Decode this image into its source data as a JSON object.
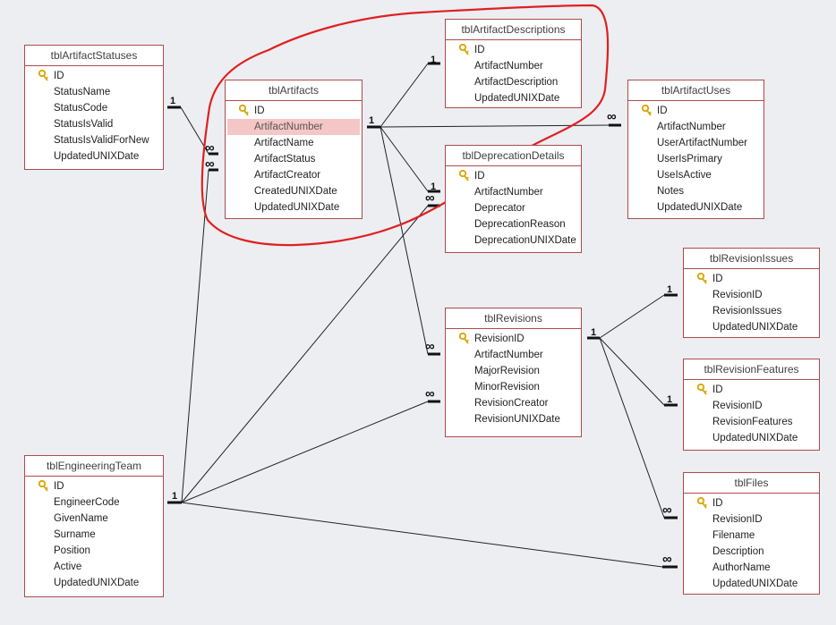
{
  "tables": {
    "artifact_statuses": {
      "title": "tblArtifactStatuses",
      "fields": [
        "ID",
        "StatusName",
        "StatusCode",
        "StatusIsValid",
        "StatusIsValidForNew",
        "UpdatedUNIXDate"
      ]
    },
    "artifacts": {
      "title": "tblArtifacts",
      "fields": [
        "ID",
        "ArtifactNumber",
        "ArtifactName",
        "ArtifactStatus",
        "ArtifactCreator",
        "CreatedUNIXDate",
        "UpdatedUNIXDate"
      ],
      "selected_field": "ArtifactNumber"
    },
    "artifact_descriptions": {
      "title": "tblArtifactDescriptions",
      "fields": [
        "ID",
        "ArtifactNumber",
        "ArtifactDescription",
        "UpdatedUNIXDate"
      ]
    },
    "artifact_uses": {
      "title": "tblArtifactUses",
      "fields": [
        "ID",
        "ArtifactNumber",
        "UserArtifactNumber",
        "UserIsPrimary",
        "UseIsActive",
        "Notes",
        "UpdatedUNIXDate"
      ]
    },
    "deprecation_details": {
      "title": "tblDeprecationDetails",
      "fields": [
        "ID",
        "ArtifactNumber",
        "Deprecator",
        "DeprecationReason",
        "DeprecationUNIXDate"
      ]
    },
    "revisions": {
      "title": "tblRevisions",
      "fields": [
        "RevisionID",
        "ArtifactNumber",
        "MajorRevision",
        "MinorRevision",
        "RevisionCreator",
        "RevisionUNIXDate"
      ]
    },
    "revision_issues": {
      "title": "tblRevisionIssues",
      "fields": [
        "ID",
        "RevisionID",
        "RevisionIssues",
        "UpdatedUNIXDate"
      ]
    },
    "revision_features": {
      "title": "tblRevisionFeatures",
      "fields": [
        "ID",
        "RevisionID",
        "RevisionFeatures",
        "UpdatedUNIXDate"
      ]
    },
    "files": {
      "title": "tblFiles",
      "fields": [
        "ID",
        "RevisionID",
        "Filename",
        "Description",
        "AuthorName",
        "UpdatedUNIXDate"
      ]
    },
    "engineering_team": {
      "title": "tblEngineeringTeam",
      "fields": [
        "ID",
        "EngineerCode",
        "GivenName",
        "Surname",
        "Position",
        "Active",
        "UpdatedUNIXDate"
      ]
    }
  },
  "cardinality": {
    "one": "1",
    "many": "∞"
  },
  "colors": {
    "table_border": "#b04a4a",
    "selection": "#f4c6c6",
    "annotation": "#e02020",
    "key": "#d8a400",
    "background": "#eceef2"
  },
  "icons": {
    "primary_key": "key-icon"
  }
}
